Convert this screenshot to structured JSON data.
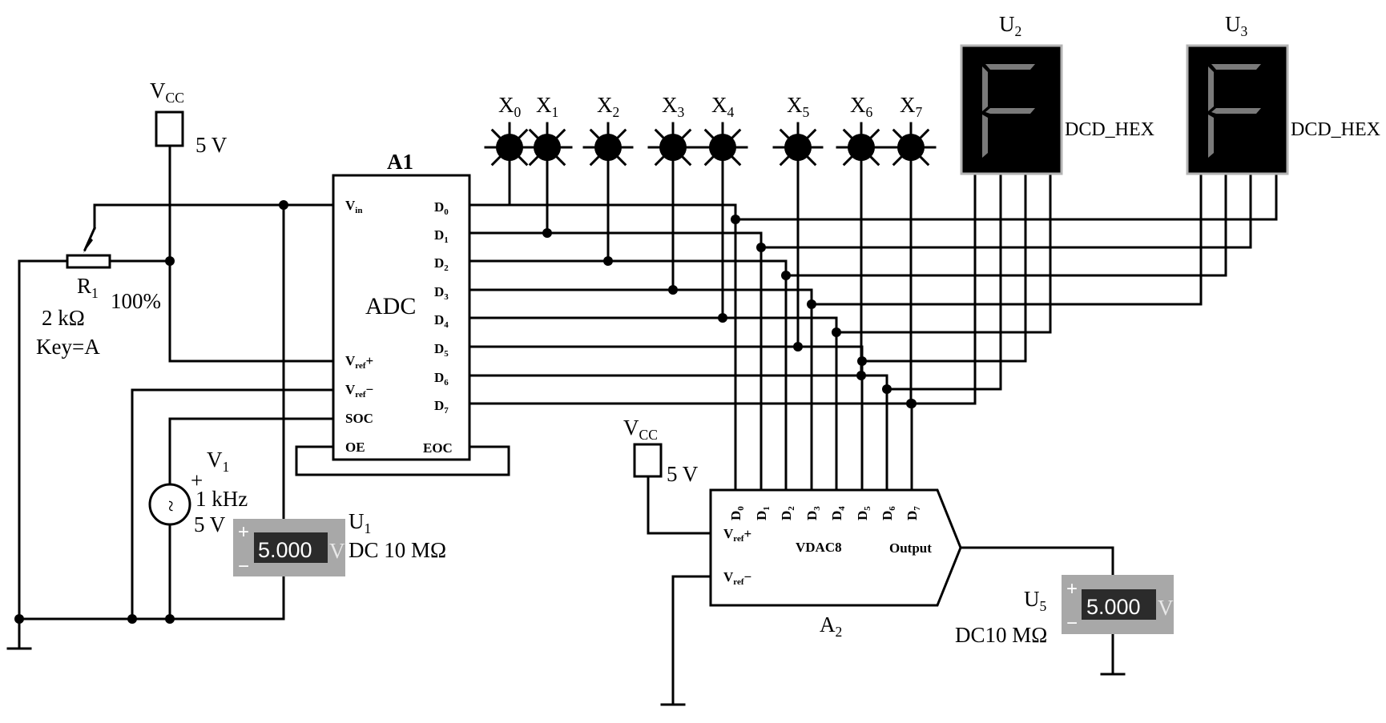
{
  "title": "ADC/DAC conversion circuit schematic",
  "supply_left": {
    "name": "V",
    "name_sub": "CC",
    "value": "5 V"
  },
  "supply_dac": {
    "name": "V",
    "name_sub": "CC",
    "value": "5 V"
  },
  "potentiometer": {
    "name": "R",
    "name_sub": "1",
    "resistance": "2 kΩ",
    "key": "Key=A",
    "setting": "100%",
    "setting_fraction": 1.0
  },
  "source": {
    "name": "V",
    "name_sub": "1",
    "polarity": "+",
    "frequency": "1 kHz",
    "amplitude": "5 V"
  },
  "adc": {
    "ref": "A1",
    "title": "ADC",
    "left_pins": [
      {
        "main": "V",
        "sub": "in",
        "suffix": ""
      },
      {
        "main": "V",
        "sub": "ref",
        "suffix": "+"
      },
      {
        "main": "V",
        "sub": "ref",
        "suffix": "−"
      },
      {
        "main": "SOC",
        "sub": "",
        "suffix": ""
      },
      {
        "main": "OE",
        "sub": "",
        "suffix": ""
      }
    ],
    "right_pins": [
      {
        "main": "D",
        "sub": "0"
      },
      {
        "main": "D",
        "sub": "1"
      },
      {
        "main": "D",
        "sub": "2"
      },
      {
        "main": "D",
        "sub": "3"
      },
      {
        "main": "D",
        "sub": "4"
      },
      {
        "main": "D",
        "sub": "5"
      },
      {
        "main": "D",
        "sub": "6"
      },
      {
        "main": "D",
        "sub": "7"
      }
    ],
    "eoc_label": "EOC"
  },
  "probes": [
    {
      "main": "X",
      "sub": "0"
    },
    {
      "main": "X",
      "sub": "1"
    },
    {
      "main": "X",
      "sub": "2"
    },
    {
      "main": "X",
      "sub": "3"
    },
    {
      "main": "X",
      "sub": "4"
    },
    {
      "main": "X",
      "sub": "5"
    },
    {
      "main": "X",
      "sub": "6"
    },
    {
      "main": "X",
      "sub": "7"
    }
  ],
  "hex_displays": [
    {
      "name": "U",
      "name_sub": "2",
      "type": "DCD_HEX",
      "digit": "F"
    },
    {
      "name": "U",
      "name_sub": "3",
      "type": "DCD_HEX",
      "digit": "F"
    }
  ],
  "dac": {
    "ref_main": "A",
    "ref_sub": "2",
    "title": "VDAC8",
    "output_label": "Output",
    "top_pins": [
      {
        "main": "D",
        "sub": "0"
      },
      {
        "main": "D",
        "sub": "1"
      },
      {
        "main": "D",
        "sub": "2"
      },
      {
        "main": "D",
        "sub": "3"
      },
      {
        "main": "D",
        "sub": "4"
      },
      {
        "main": "D",
        "sub": "5"
      },
      {
        "main": "D",
        "sub": "6"
      },
      {
        "main": "D",
        "sub": "7"
      }
    ],
    "vref_plus": {
      "main": "V",
      "sub": "ref",
      "suffix": "+"
    },
    "vref_minus": {
      "main": "V",
      "sub": "ref",
      "suffix": "−"
    }
  },
  "meters": [
    {
      "name": "U",
      "name_sub": "1",
      "reading": "5.000",
      "unit": "V",
      "mode": "DC 10 MΩ",
      "plus": "+",
      "minus": "−"
    },
    {
      "name": "U",
      "name_sub": "5",
      "reading": "5.000",
      "unit": "V",
      "mode": "DC10 MΩ",
      "plus": "+",
      "minus": "−"
    }
  ]
}
